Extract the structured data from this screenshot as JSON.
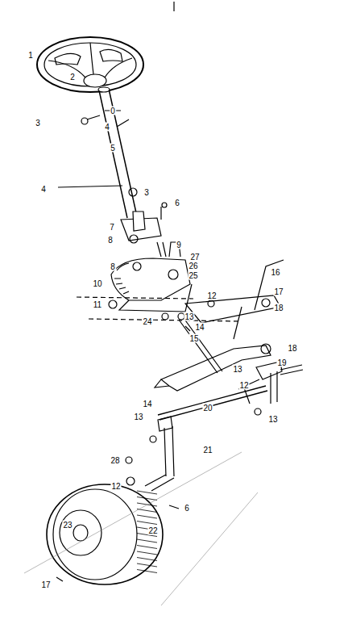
{
  "diagram": {
    "labels": [
      "1",
      "2",
      "3",
      "0",
      "4",
      "5",
      "4",
      "3",
      "6",
      "7",
      "8",
      "9",
      "8",
      "27",
      "26",
      "25",
      "10",
      "16",
      "17",
      "18",
      "11",
      "12",
      "24",
      "13",
      "14",
      "15",
      "18",
      "19",
      "13",
      "12",
      "13",
      "20",
      "14",
      "13",
      "21",
      "28",
      "12",
      "6",
      "23",
      "22",
      "17"
    ]
  }
}
